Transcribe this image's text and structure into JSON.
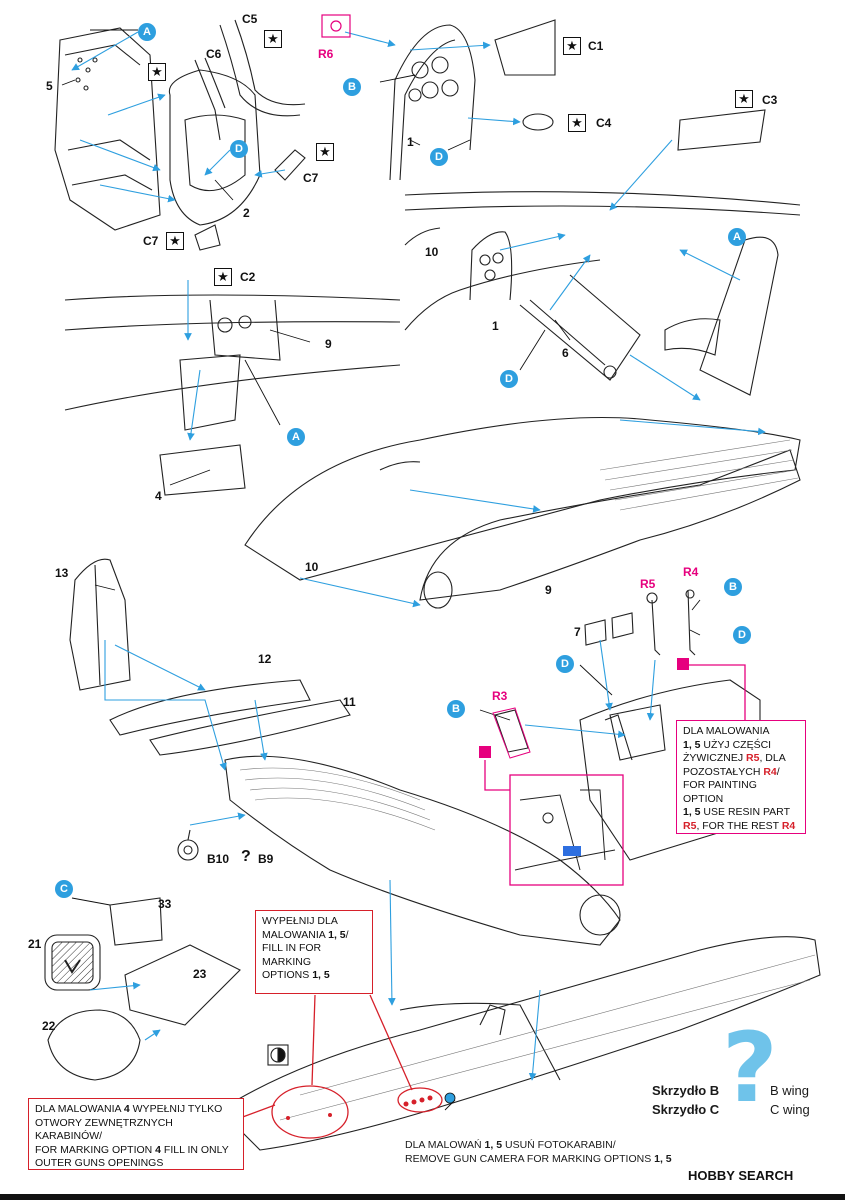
{
  "labels": {
    "n5": "5",
    "n2": "2",
    "n1a": "1",
    "n1b": "1",
    "n10a": "10",
    "n10b": "10",
    "n6": "6",
    "n9a": "9",
    "n9b": "9",
    "n4": "4",
    "n13": "13",
    "n12": "12",
    "n11": "11",
    "n7": "7",
    "n33": "33",
    "n21": "21",
    "n23": "23",
    "n22": "22",
    "c1": "C1",
    "c2": "C2",
    "c3": "C3",
    "c4": "C4",
    "c5": "C5",
    "c6": "C6",
    "c7a": "C7",
    "c7b": "C7",
    "r3": "R3",
    "r4": "R4",
    "r5": "R5",
    "r6": "R6",
    "b10": "B10",
    "q": "?",
    "b9": "B9"
  },
  "markers": {
    "a": "A",
    "b": "B",
    "c": "C",
    "d": "D"
  },
  "star_symbol": "★",
  "callouts": {
    "resin": {
      "l1": "DLA MALOWANIA",
      "l2a": "1, 5",
      "l2b": " UŻYJ CZĘŚCI",
      "l3a": "ŻYWICZNEJ ",
      "l3b": "R5",
      "l3c": ", DLA",
      "l4a": "POZOSTAŁYCH ",
      "l4b": "R4",
      "l4c": "/",
      "l5": "FOR PAINTING OPTION",
      "l6a": "1, 5",
      "l6b": " USE RESIN PART",
      "l7a": "R5",
      "l7b": ", FOR THE REST ",
      "l7c": "R4"
    },
    "fill": {
      "l1": "WYPEŁNIJ DLA",
      "l2a": "MALOWANIA ",
      "l2b": "1, 5",
      "l2c": "/",
      "l3": "FILL IN FOR MARKING",
      "l4a": "OPTIONS ",
      "l4b": "1, 5"
    },
    "outer_guns": {
      "l1a": "DLA MALOWANIA ",
      "l1b": "4",
      "l1c": " WYPEŁNIJ TYLKO",
      "l2": "OTWORY ZEWNĘTRZNYCH KARABINÓW/",
      "l3a": "FOR MARKING OPTION ",
      "l3b": "4",
      "l3c": " FILL IN ONLY",
      "l4": "OUTER GUNS OPENINGS"
    },
    "gun_camera": {
      "l1a": "DLA MALOWAŃ ",
      "l1b": "1, 5",
      "l1c": " USUŃ FOTOKARABIN/",
      "l2a": "REMOVE GUN CAMERA FOR MARKING OPTIONS ",
      "l2b": "1, 5"
    }
  },
  "wing_legend": {
    "b_pl": "Skrzydło B",
    "b_en": "B wing",
    "c_pl": "Skrzydło C",
    "c_en": "C wing"
  },
  "watermark": {
    "brand": "HOBBY SEARCH"
  },
  "colors": {
    "marker_blue": "#2e9fdf",
    "arrow_blue": "#2e9fdf",
    "resin_pink": "#e6007e",
    "callout_red": "#d6202a",
    "legend_question": "#6fc3ea"
  }
}
